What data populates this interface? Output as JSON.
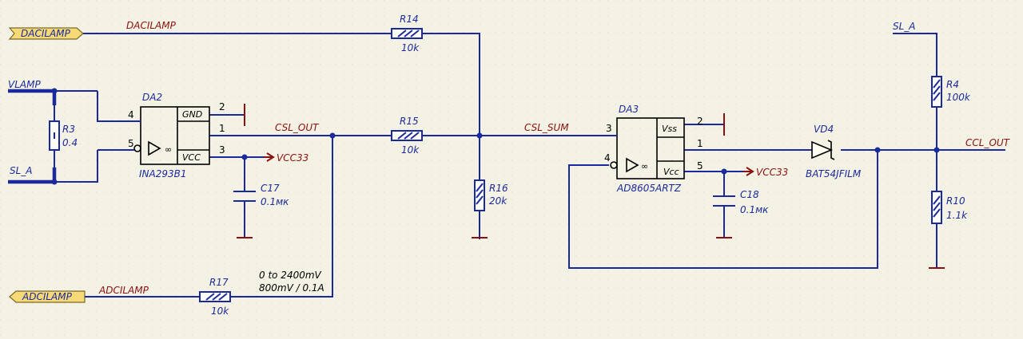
{
  "ports": {
    "dacilamp": "DACILAMP",
    "adcilamp": "ADCILAMP",
    "vlamp": "VLAMP",
    "sla_left": "SL_A",
    "sla_right": "SL_A"
  },
  "nets": {
    "dacilamp": "DACILAMP",
    "adcilamp": "ADCILAMP",
    "csl_out": "CSL_OUT",
    "csl_sum": "CSL_SUM",
    "ccl_out": "CCL_OUT",
    "range_line1": "0 to 2400mV",
    "range_line2": "800mV / 0.1A"
  },
  "power": {
    "vcc1": "VCC33",
    "vcc2": "VCC33"
  },
  "da2": {
    "ref": "DA2",
    "part": "INA293B1",
    "pin_gnd": "GND",
    "pin_vcc": "VCC",
    "pin4": "4",
    "pin5": "5",
    "pin2": "2",
    "pin1": "1",
    "pin3": "3",
    "gain_sym": "∞"
  },
  "da3": {
    "ref": "DA3",
    "part": "AD8605ARTZ",
    "pin_vss": "Vss",
    "pin_vcc": "Vcc",
    "pin3": "3",
    "pin4": "4",
    "pin2": "2",
    "pin1": "1",
    "pin5": "5",
    "gain_sym": "∞"
  },
  "resistors": {
    "r14": {
      "ref": "R14",
      "value": "10k"
    },
    "r15": {
      "ref": "R15",
      "value": "10k"
    },
    "r16": {
      "ref": "R16",
      "value": "20k"
    },
    "r17": {
      "ref": "R17",
      "value": "10k"
    },
    "r3": {
      "ref": "R3",
      "value": "0.4"
    },
    "r4": {
      "ref": "R4",
      "value": "100k"
    },
    "r10": {
      "ref": "R10",
      "value": "1.1k"
    }
  },
  "capacitors": {
    "c17": {
      "ref": "C17",
      "value": "0.1мк"
    },
    "c18": {
      "ref": "C18",
      "value": "0.1мк"
    }
  },
  "diode": {
    "ref": "VD4",
    "part": "BAT54JFILM"
  },
  "colors": {
    "wire": "#1a2a9c",
    "power": "#8a1010",
    "port_fill": "#f7d978",
    "background": "#f4f2e4"
  }
}
